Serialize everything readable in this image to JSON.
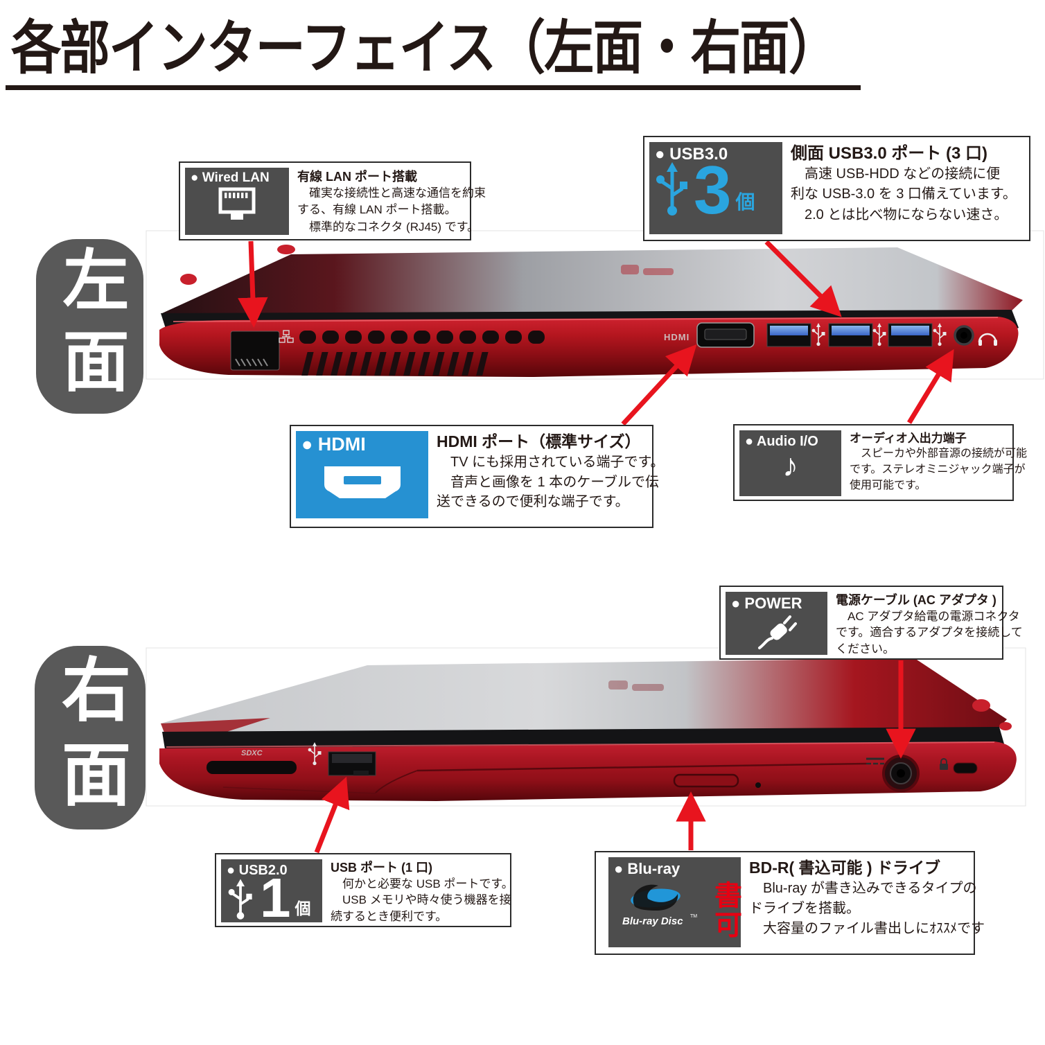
{
  "page": {
    "title": "各部インターフェイス（左面・右面）"
  },
  "sections": {
    "left": {
      "badge": "左面"
    },
    "right": {
      "badge": "右面"
    }
  },
  "colors": {
    "chip_gray": "#4d4d4d",
    "badge_gray": "#595959",
    "hdmi_blue": "#2691d2",
    "usb3_blue": "#2aa5df",
    "arrow_red": "#e8141e",
    "stamp_red": "#e60012",
    "laptop_red": "#a3121c"
  },
  "callouts": {
    "wired_lan": {
      "label": "● Wired LAN",
      "icon": "rj45-port-icon",
      "title": "有線 LAN ポート搭載",
      "lines": [
        "　確実な接続性と高速な通信を約束",
        "する、有線 LAN ポート搭載。",
        "　標準的なコネクタ (RJ45) です。"
      ]
    },
    "usb3": {
      "label": "● USB3.0",
      "icon": "usb-trident-icon",
      "count": "3",
      "count_unit": "個",
      "title": "側面 USB3.0 ポート (3 口)",
      "lines": [
        "　高速 USB-HDD などの接続に便",
        "利な USB-3.0 を 3 口備えています。",
        "　2.0 とは比べ物にならない速さ。"
      ]
    },
    "hdmi": {
      "label": "● HDMI",
      "icon": "hdmi-connector-icon",
      "title": "HDMI ポート（標準サイズ）",
      "lines": [
        "　TV にも採用されている端子です。",
        "　音声と画像を 1 本のケーブルで伝",
        "送できるので便利な端子です。"
      ]
    },
    "audio": {
      "label": "● Audio I/O",
      "icon": "music-note-icon",
      "note_glyph": "♪",
      "title": "オーディオ入出力端子",
      "lines": [
        "　スピーカや外部音源の接続が可能",
        "です。ステレオミニジャック端子が",
        "使用可能です。"
      ]
    },
    "power": {
      "label": "● POWER",
      "icon": "power-plug-icon",
      "title": "電源ケーブル (AC アダプタ )",
      "lines": [
        "　AC アダプタ給電の電源コネクタ",
        "です。適合するアダプタを接続して",
        "ください。"
      ]
    },
    "usb2": {
      "label": "● USB2.0",
      "icon": "usb-trident-icon",
      "count": "1",
      "count_unit": "個",
      "title": "USB ポート (1 口)",
      "lines": [
        "　何かと必要な USB ポートです。",
        "　USB メモリや時々使う機器を接",
        "続するとき便利です。"
      ]
    },
    "bluray": {
      "label": "● Blu-ray",
      "icon": "bluray-disc-logo",
      "logo_text": "Blu-ray Disc",
      "logo_tm": "TM",
      "stamp": "書可",
      "title": "BD-R( 書込可能 ) ドライブ",
      "lines": [
        "　Blu-ray が書き込みできるタイプの",
        "ドライブを搭載。",
        "　大容量のファイル書出しにｵｽｽﾒです"
      ]
    }
  },
  "laptops": {
    "left": {
      "hdmi_label": "HDMI"
    },
    "right": {
      "sd_label": "SDXC"
    }
  }
}
